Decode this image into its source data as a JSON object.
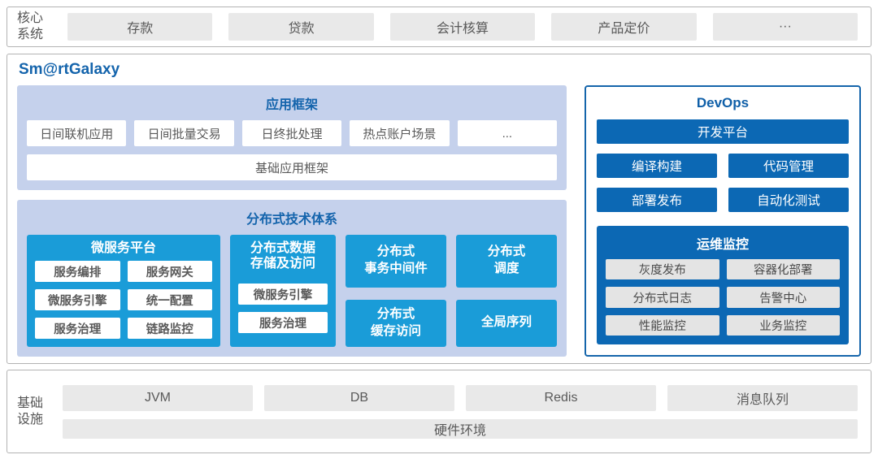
{
  "colors": {
    "accent_blue": "#1464ac",
    "cyan": "#1a9cd8",
    "dark_blue": "#0c68b4",
    "light_blue_panel": "#c5d1ec",
    "gray_box": "#e9e9e9",
    "border_gray": "#b3b3b3"
  },
  "core_systems": {
    "label": "核心\n系统",
    "items": [
      "存款",
      "贷款",
      "会计核算",
      "产品定价",
      "···"
    ]
  },
  "platform": {
    "title": "Sm@rtGalaxy",
    "app_framework": {
      "title": "应用框架",
      "apps": [
        "日间联机应用",
        "日间批量交易",
        "日终批处理",
        "热点账户场景",
        "..."
      ],
      "base": "基础应用框架"
    },
    "distributed": {
      "title": "分布式技术体系",
      "microservice": {
        "title": "微服务平台",
        "items": [
          "服务编排",
          "服务网关",
          "微服务引擎",
          "统一配置",
          "服务治理",
          "链路监控"
        ]
      },
      "data_storage": {
        "title": "分布式数据\n存储及访问",
        "items": [
          "微服务引擎",
          "服务治理"
        ]
      },
      "transaction": "分布式\n事务中间件",
      "cache": "分布式\n缓存访问",
      "scheduling": "分布式\n调度",
      "sequence": "全局序列"
    },
    "devops": {
      "title": "DevOps",
      "dev_platform": "开发平台",
      "build": "编译构建",
      "code": "代码管理",
      "deploy": "部署发布",
      "test": "自动化测试",
      "ops_monitor": {
        "title": "运维监控",
        "items": [
          "灰度发布",
          "容器化部署",
          "分布式日志",
          "告警中心",
          "性能监控",
          "业务监控"
        ]
      }
    }
  },
  "infrastructure": {
    "label": "基础\n设施",
    "items": [
      "JVM",
      "DB",
      "Redis",
      "消息队列"
    ],
    "hardware": "硬件环境"
  }
}
